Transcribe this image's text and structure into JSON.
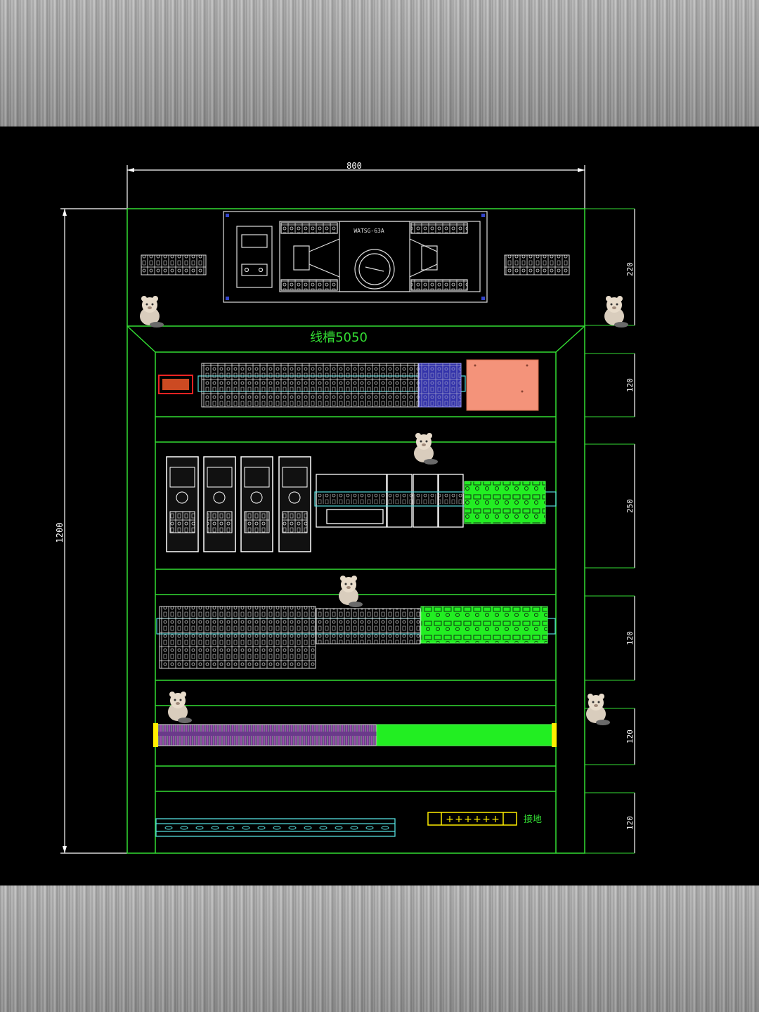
{
  "drawing": {
    "overall_width_label": "800",
    "overall_height_label": "1200",
    "trunking_label": "线槽5050",
    "atse_label": "WATSG-63A",
    "section_heights": [
      "220",
      "120",
      "250",
      "120",
      "120",
      "120"
    ],
    "ground_label": "接地"
  },
  "colors": {
    "frame": "#33dd33",
    "dimension": "#ffffff",
    "terminal_green": "#22ee22",
    "terminal_blue": "#7766ff",
    "plc_salmon": "#f4937a",
    "breaker_red": "#ee2222",
    "ground_yellow": "#ffee00",
    "rail_cyan": "#55dddd"
  },
  "icons": [
    "cat-mascot-icon"
  ]
}
